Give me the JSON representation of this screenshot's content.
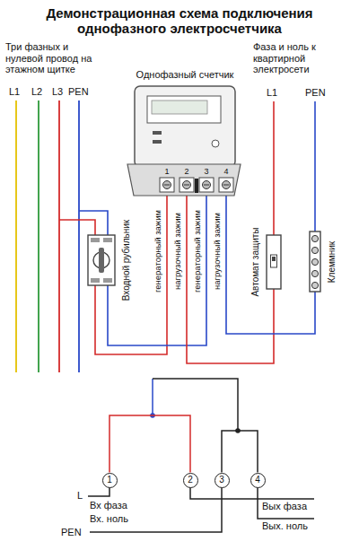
{
  "diagram": {
    "title": "Демонстрационная схема подключения однофазного электросчетчика",
    "nodes": [
      {
        "text": [
          "Однофазный счетчик"
        ]
      },
      {
        "text": [
          "1"
        ]
      },
      {
        "text": [
          "2"
        ]
      },
      {
        "text": [
          "3"
        ]
      },
      {
        "text": [
          "4"
        ]
      }
    ],
    "edges": [
      {
        "from": 1,
        "to": 2,
        "arrow": "none"
      },
      {
        "from": 3,
        "to": 4,
        "arrow": "none"
      }
    ],
    "labels": [
      "Три фазных и нулевой провод на этажном щитке",
      "L1",
      "L2",
      "L3",
      "PEN",
      "Фаза и ноль к квартирной электросети",
      "L1",
      "PEN",
      "1",
      "2",
      "3",
      "4",
      "Входной рубильник",
      "генераторный зажим",
      "нагрузочный зажим",
      "генераторный зажим",
      "нагрузочный зажим",
      "Автомат защиты",
      "Клеммник",
      "L",
      "Вх фаза",
      "Вх. ноль",
      "PEN",
      "Вых фаза",
      "Вых. ноль"
    ]
  }
}
